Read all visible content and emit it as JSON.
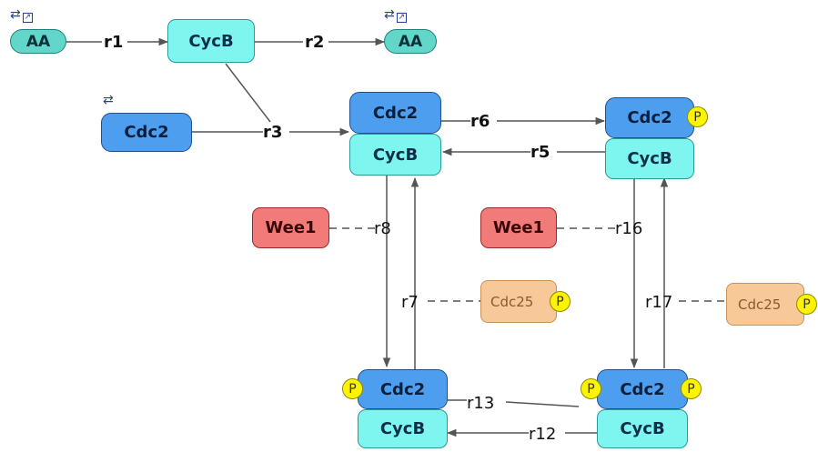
{
  "nodes": {
    "aa_left": "AA",
    "cycb_top": "CycB",
    "aa_right": "AA",
    "cdc2_free": "Cdc2",
    "complex1_cdc2": "Cdc2",
    "complex1_cycb": "CycB",
    "complex2_cdc2": "Cdc2",
    "complex2_cycb": "CycB",
    "wee1_left": "Wee1",
    "wee1_right": "Wee1",
    "cdc25_left": "Cdc25",
    "cdc25_right": "Cdc25",
    "complex3_cdc2": "Cdc2",
    "complex3_cycb": "CycB",
    "complex4_cdc2": "Cdc2",
    "complex4_cycb": "CycB"
  },
  "phospho_label": "P",
  "reactions": {
    "r1": "r1",
    "r2": "r2",
    "r3": "r3",
    "r5": "r5",
    "r6": "r6",
    "r7": "r7",
    "r8": "r8",
    "r12": "r12",
    "r13": "r13",
    "r16": "r16",
    "r17": "r17"
  },
  "colors": {
    "cycb": "#7FF5F0",
    "cdc2": "#4E9EF0",
    "wee1": "#F07B78",
    "cdc25": "#F7C898",
    "aa": "#62D6C9",
    "phospho": "#FFF400",
    "edge": "#555555"
  },
  "icons": {
    "source_sink": "cycle-arrow-icon",
    "expand": "expand-square-icon"
  }
}
